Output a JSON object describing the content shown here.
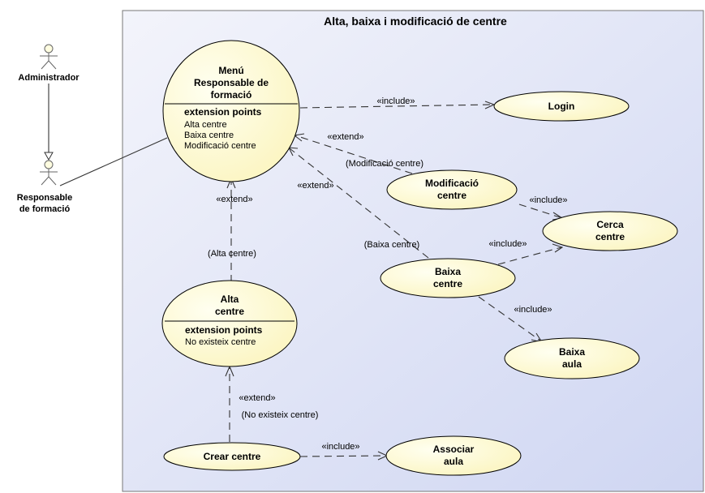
{
  "diagram": {
    "title": "Alta, baixa i modificació de centre",
    "colors": {
      "frame_bg_top": "#eef0fa",
      "frame_bg_bottom": "#d6dcf4",
      "usecase_fill": "#fffbd2"
    }
  },
  "actors": {
    "administrador": "Administrador",
    "responsable": [
      "Responsable",
      "de formació"
    ]
  },
  "usecases": {
    "menu": {
      "name": [
        "Menú",
        "Responsable de",
        "formació"
      ],
      "ext_title": "extension points",
      "ext_points": [
        "Alta centre",
        "Baixa centre",
        "Modificació centre"
      ]
    },
    "alta": {
      "name": [
        "Alta",
        "centre"
      ],
      "ext_title": "extension points",
      "ext_points": [
        "No existeix centre"
      ]
    },
    "login": {
      "name": [
        "Login"
      ]
    },
    "modificacio": {
      "name": [
        "Modificació",
        "centre"
      ]
    },
    "cerca": {
      "name": [
        "Cerca",
        "centre"
      ]
    },
    "baixa": {
      "name": [
        "Baixa",
        "centre"
      ]
    },
    "baixa_aula": {
      "name": [
        "Baixa",
        "aula"
      ]
    },
    "crear": {
      "name": [
        "Crear centre"
      ]
    },
    "associar": {
      "name": [
        "Associar",
        "aula"
      ]
    }
  },
  "relations": {
    "include": "«include»",
    "extend": "«extend»",
    "cond_modificacio": "(Modificació centre)",
    "cond_baixa": "(Baixa centre)",
    "cond_alta": "(Alta centre)",
    "cond_no_existeix": "(No existeix centre)"
  }
}
